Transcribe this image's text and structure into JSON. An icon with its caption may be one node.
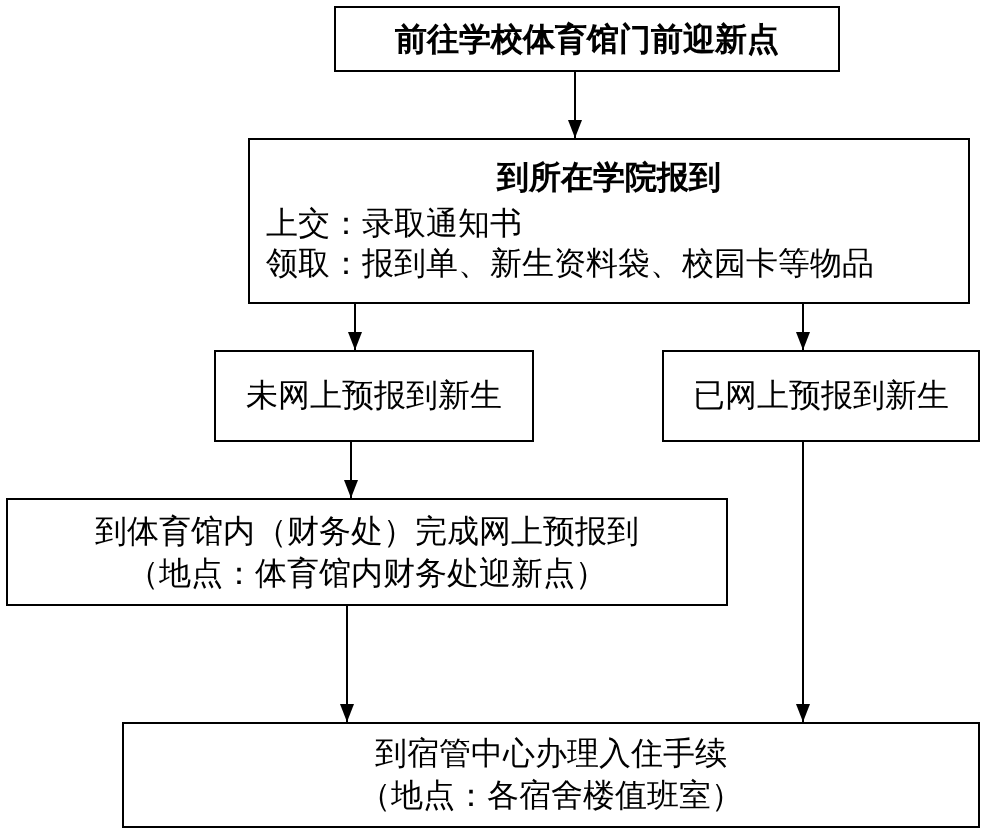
{
  "diagram": {
    "nodes": [
      {
        "text": [
          "前往学校体育馆门前迎新点"
        ]
      },
      {
        "text": [
          "到所在学院报到",
          "上交：录取通知书",
          "领取：报到单、新生资料袋、校园卡等物品"
        ]
      },
      {
        "text": [
          "未网上预报到新生"
        ]
      },
      {
        "text": [
          "已网上预报到新生"
        ]
      },
      {
        "text": [
          "到体育馆内（财务处）完成网上预报到",
          "（地点：体育馆内财务处迎新点）"
        ]
      },
      {
        "text": [
          "到宿管中心办理入住手续",
          "（地点：各宿舍楼值班室）"
        ]
      }
    ],
    "edges": [
      {
        "from": 0,
        "to": 1,
        "arrow": "to"
      },
      {
        "from": 1,
        "to": 2,
        "arrow": "to"
      },
      {
        "from": 1,
        "to": 3,
        "arrow": "to"
      },
      {
        "from": 2,
        "to": 4,
        "arrow": "to"
      },
      {
        "from": 4,
        "to": 5,
        "arrow": "to"
      },
      {
        "from": 3,
        "to": 5,
        "arrow": "to"
      }
    ]
  }
}
